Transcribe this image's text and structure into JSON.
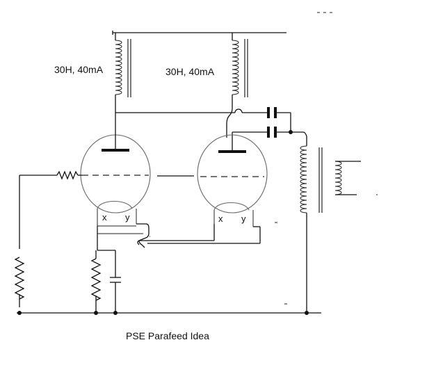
{
  "diagram": {
    "caption": "PSE Parafeed Idea",
    "choke_left_label": "30H, 40mA",
    "choke_right_label": "30H, 40mA",
    "tube_left": {
      "pin_x": "x",
      "pin_y": "y"
    },
    "tube_right": {
      "pin_x": "x",
      "pin_y": "y"
    },
    "colors": {
      "ink": "#111111",
      "tube_outline": "#666666",
      "background": "#ffffff"
    }
  }
}
